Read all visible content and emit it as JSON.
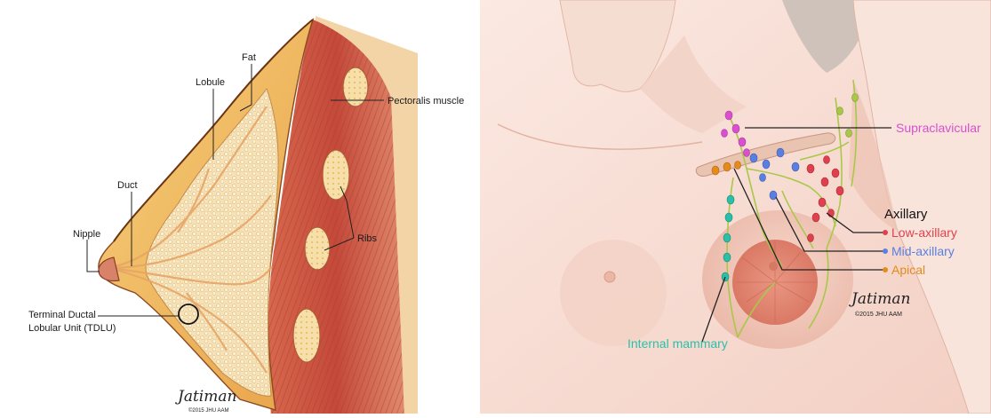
{
  "breast_anatomy": {
    "labels": {
      "fat": "Fat",
      "lobule": "Lobule",
      "pectoralis": "Pectoralis muscle",
      "duct": "Duct",
      "nipple": "Nipple",
      "ribs": "Ribs",
      "tdlu_line1": "Terminal Ductal",
      "tdlu_line2": "Lobular Unit (TDLU)"
    },
    "signature": "Jatiman",
    "copyright": "©2015 JHU AAM"
  },
  "lymph_nodes": {
    "labels": {
      "supraclavicular": "Supraclavicular",
      "axillary": "Axillary",
      "low_axillary": "Low-axillary",
      "mid_axillary": "Mid-axillary",
      "apical": "Apical",
      "internal_mammary": "Internal mammary"
    },
    "colors": {
      "supraclavicular": "#d94fd0",
      "low_axillary": "#e0404e",
      "mid_axillary": "#5b7fe0",
      "apical": "#e58a1c",
      "internal_mammary": "#2bbfa8",
      "axillary": "#111111"
    },
    "signature": "Jatiman",
    "copyright": "©2015 JHU AAM"
  }
}
